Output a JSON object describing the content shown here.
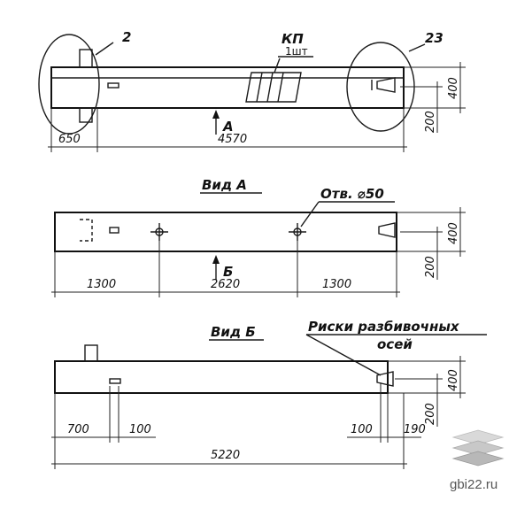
{
  "top": {
    "callout_left": "2",
    "callout_kp_line1": "КП",
    "callout_kp_line2": "1шт",
    "callout_right": "23",
    "arrow_label": "А",
    "dim_left": "650",
    "dim_total": "4570",
    "dim_h1": "400",
    "dim_h2": "200"
  },
  "view_a": {
    "title": "Вид А",
    "hole_label": "Отв. ⌀50",
    "arrow_label": "Б",
    "dim_1": "1300",
    "dim_2": "2620",
    "dim_3": "1300",
    "dim_h1": "400",
    "dim_h2": "200"
  },
  "view_b": {
    "title": "Вид Б",
    "note_line1": "Риски разбивочных",
    "note_line2": "осей",
    "dim_left": "700",
    "dim_mid": "100",
    "dim_r1": "100",
    "dim_r2": "190",
    "dim_total": "5220",
    "dim_h1": "400",
    "dim_h2": "200"
  },
  "watermark": "gbi22.ru"
}
